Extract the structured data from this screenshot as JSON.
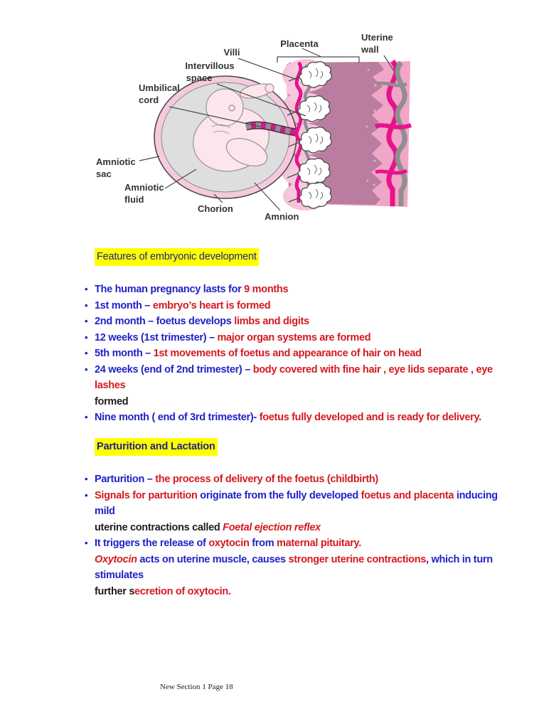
{
  "page": {
    "footer": "New Section 1 Page 18"
  },
  "colors": {
    "bullet_blue": "#2121c8",
    "text_red": "#d51920",
    "text_black": "#1c1c1c",
    "heading_navy": "#1f1f8e",
    "highlight_yellow": "#ffff00",
    "placenta_pink": "#f2a6c7",
    "decidua_mauve": "#b97e9f",
    "vessel_magenta": "#e6138c",
    "vessel_gray": "#8f8f8f",
    "sac_gray": "#dedede",
    "fetus_pink": "#fae6eb"
  },
  "diagram": {
    "labels": {
      "placenta": "Placenta",
      "uterine_1": "Uterine",
      "uterine_2": "wall",
      "villi": "Villi",
      "intervillous_1": "Intervillous",
      "intervillous_2": "space",
      "umbilical_1": "Umbilical",
      "umbilical_2": "cord",
      "amniotic_sac_1": "Amniotic",
      "amniotic_sac_2": "sac",
      "amniotic_fluid_1": "Amniotic",
      "amniotic_fluid_2": "fluid",
      "chorion": "Chorion",
      "amnion": "Amnion"
    }
  },
  "sections": [
    {
      "heading": "Features of embryonic development",
      "bullets": [
        {
          "segments": [
            {
              "t": "The human pregnancy lasts for ",
              "c": "blue"
            },
            {
              "t": "9 months",
              "c": "red"
            }
          ]
        },
        {
          "segments": [
            {
              "t": "1st month – ",
              "c": "blue"
            },
            {
              "t": "embryo’s heart is formed",
              "c": "red"
            }
          ]
        },
        {
          "segments": [
            {
              "t": "2nd month – foetus develops ",
              "c": "blue"
            },
            {
              "t": "limbs and digits",
              "c": "red"
            }
          ]
        },
        {
          "segments": [
            {
              "t": "12 weeks (1st trimester) – ",
              "c": "blue"
            },
            {
              "t": "major organ systems are formed",
              "c": "red"
            }
          ]
        },
        {
          "segments": [
            {
              "t": "5th month – ",
              "c": "blue"
            },
            {
              "t": "1st movements of foetus and appearance of hair on head",
              "c": "red"
            }
          ]
        },
        {
          "segments": [
            {
              "t": "24 weeks (end of 2nd trimester) – ",
              "c": "blue"
            },
            {
              "t": "body covered with fine hair , eye lids separate , eye",
              "c": "red"
            },
            {
              "br": true
            },
            {
              "t": "lashes",
              "c": "red"
            },
            {
              "br": true
            },
            {
              "t": "formed",
              "c": "black"
            }
          ]
        },
        {
          "segments": [
            {
              "t": "Nine month ( end of 3rd trimester)- ",
              "c": "blue"
            },
            {
              "t": "foetus fully developed and is ready for delivery.",
              "c": "red"
            }
          ]
        }
      ]
    },
    {
      "heading": "Parturition and Lactation",
      "bullets": [
        {
          "segments": [
            {
              "t": "Parturition – ",
              "c": "blue"
            },
            {
              "t": "the process of delivery of the foetus (childbirth)",
              "c": "red"
            }
          ]
        },
        {
          "segments": [
            {
              "t": "Signals for parturition ",
              "c": "red"
            },
            {
              "t": "originate from the fully developed ",
              "c": "blue"
            },
            {
              "t": "foetus and placenta ",
              "c": "red"
            },
            {
              "t": "inducing",
              "c": "blue"
            },
            {
              "br": true
            },
            {
              "t": "mild",
              "c": "blue"
            },
            {
              "br": true
            },
            {
              "t": "uterine contractions called ",
              "c": "black"
            },
            {
              "t": "Foetal ejection reflex",
              "c": "red-italic"
            }
          ]
        },
        {
          "segments": [
            {
              "t": "It triggers the release of ",
              "c": "blue"
            },
            {
              "t": "oxytocin ",
              "c": "red"
            },
            {
              "t": "from ",
              "c": "blue"
            },
            {
              "t": "maternal pituitary.",
              "c": "red"
            },
            {
              "br": true
            },
            {
              "t": "Oxytocin",
              "c": "red-italic"
            },
            {
              "t": " acts on uterine muscle, causes ",
              "c": "blue"
            },
            {
              "t": "stronger uterine contractions",
              "c": "red"
            },
            {
              "t": ", which in turn",
              "c": "blue"
            },
            {
              "br": true
            },
            {
              "t": "stimulates",
              "c": "blue"
            },
            {
              "br": true
            },
            {
              "t": "further s",
              "c": "black"
            },
            {
              "t": "ecretion of oxytocin.",
              "c": "red"
            }
          ]
        }
      ]
    }
  ]
}
